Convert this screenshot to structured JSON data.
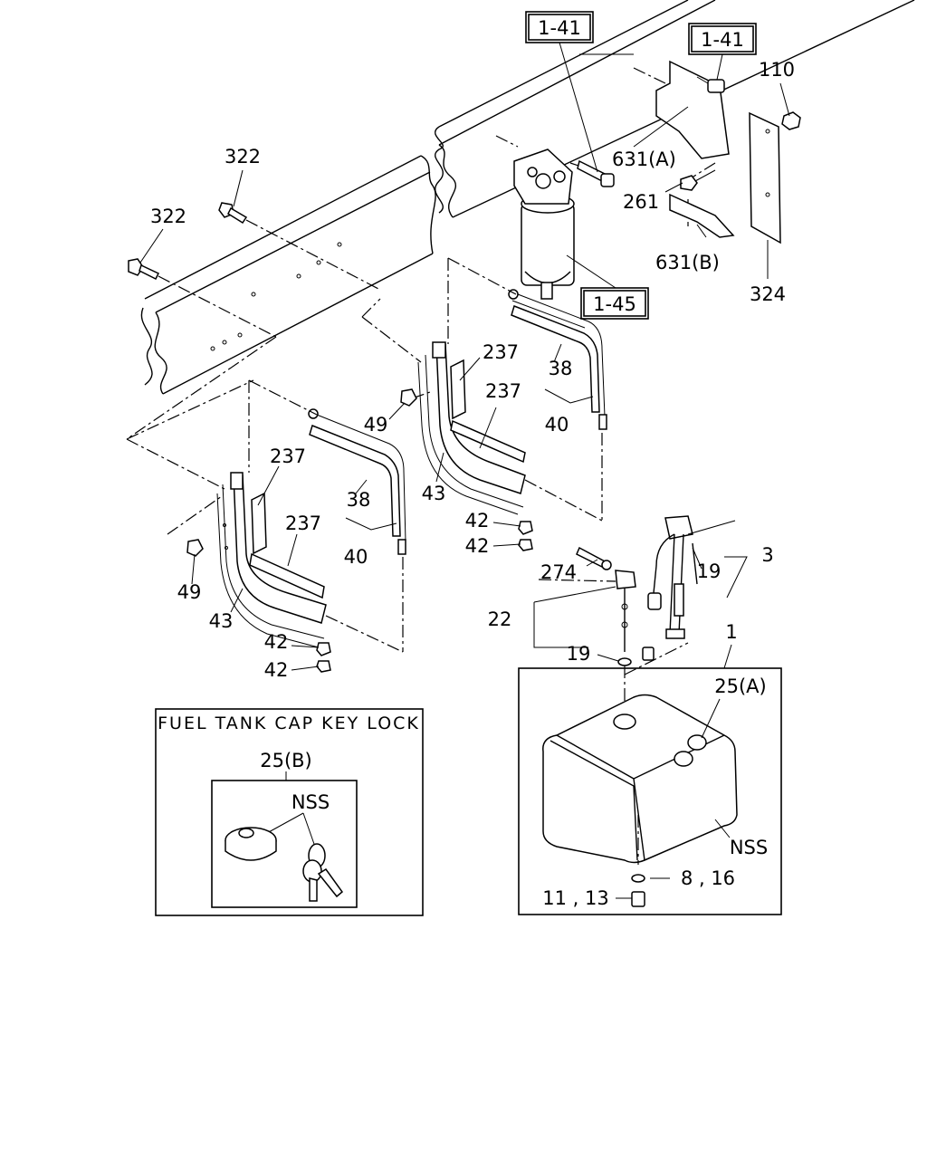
{
  "refs": {
    "r1": "1-41",
    "r2": "1-41",
    "r3": "1-45"
  },
  "labels": {
    "l110": "110",
    "l631a": "631(A)",
    "l261": "261",
    "l631b": "631(B)",
    "l324": "324",
    "l322a": "322",
    "l322b": "322",
    "l237a": "237",
    "l237b": "237",
    "l237c": "237",
    "l237d": "237",
    "l38a": "38",
    "l38b": "38",
    "l40a": "40",
    "l40b": "40",
    "l49a": "49",
    "l49b": "49",
    "l43a": "43",
    "l43b": "43",
    "l42a": "42",
    "l42b": "42",
    "l42c": "42",
    "l42d": "42",
    "l3": "3",
    "l19a": "19",
    "l19b": "19",
    "l274": "274",
    "l22": "22",
    "l1": "1",
    "l25a": "25(A)",
    "lnss1": "NSS",
    "l816": "8 , 16",
    "l1113": "11 , 13"
  },
  "inset": {
    "title": "FUEL TANK CAP KEY LOCK",
    "part": "25(B)",
    "nss": "NSS"
  }
}
